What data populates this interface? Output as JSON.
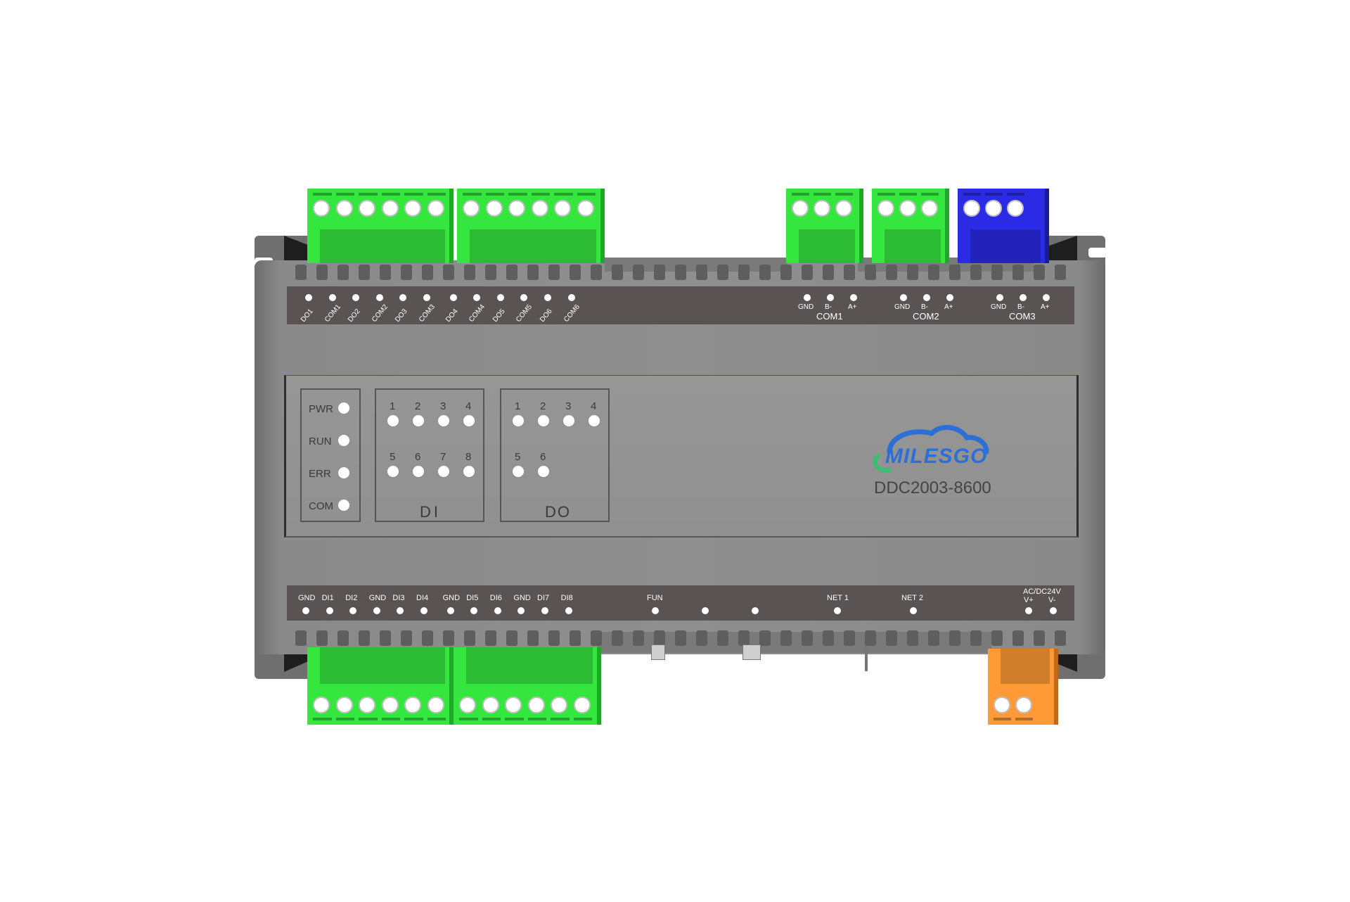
{
  "colors": {
    "terminal_green": "#35e63f",
    "terminal_green_dark": "#1fa827",
    "terminal_blue": "#2b2be6",
    "terminal_blue_dark": "#1a1a9a",
    "terminal_orange": "#ff9a36",
    "terminal_orange_dark": "#c06a18",
    "housing": "#8f8f8f",
    "label_strip": "#595353",
    "logo_blue": "#2e6fd6",
    "logo_green": "#38c070"
  },
  "top_strip": {
    "do_labels": [
      "DO1",
      "COM1",
      "DO2",
      "COM2",
      "DO3",
      "COM3",
      "DO4",
      "COM4",
      "DO5",
      "COM5",
      "DO6",
      "COM6"
    ],
    "com_ports": [
      {
        "pins": [
          "GND",
          "B-",
          "A+"
        ],
        "name": "COM1"
      },
      {
        "pins": [
          "GND",
          "B-",
          "A+"
        ],
        "name": "COM2"
      },
      {
        "pins": [
          "GND",
          "B-",
          "A+"
        ],
        "name": "COM3"
      }
    ]
  },
  "panel": {
    "status": {
      "labels": [
        "PWR",
        "RUN",
        "ERR",
        "COM"
      ]
    },
    "di": {
      "row1": [
        "1",
        "2",
        "3",
        "4"
      ],
      "row2": [
        "5",
        "6",
        "7",
        "8"
      ],
      "title": "DI"
    },
    "do": {
      "row1": [
        "1",
        "2",
        "3",
        "4"
      ],
      "row2": [
        "5",
        "6"
      ],
      "title": "DO"
    },
    "logo": "MILESGO",
    "model": "DDC2003-8600"
  },
  "bottom_strip": {
    "di_labels": [
      "GND",
      "DI1",
      "DI2",
      "GND",
      "DI3",
      "DI4",
      "GND",
      "DI5",
      "DI6",
      "GND",
      "DI7",
      "DI8"
    ],
    "fun_label": "FUN",
    "net1_label": "NET 1",
    "net2_label": "NET 2",
    "power_title": "AC/DC24V",
    "power_pins": [
      "V+",
      "V-"
    ]
  },
  "icons": {
    "logo_mark": "cloud-icon"
  }
}
